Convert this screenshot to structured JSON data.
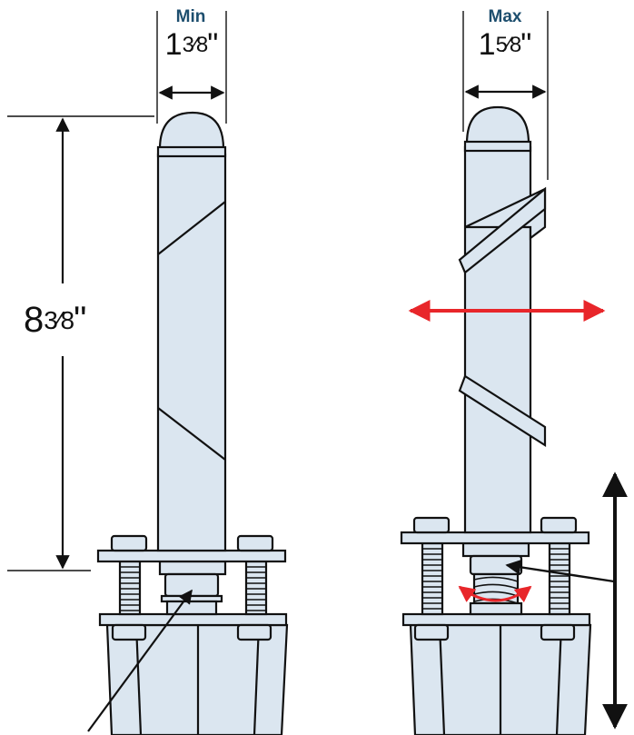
{
  "labels": {
    "min_heading": "Min",
    "max_heading": "Max",
    "min_width": {
      "whole": "1",
      "fraction": "3⁄8",
      "unit": "\""
    },
    "max_width": {
      "whole": "1",
      "fraction": "5⁄8",
      "unit": "\""
    },
    "height": {
      "whole": "8",
      "fraction": "3⁄8",
      "unit": "\""
    }
  },
  "colors": {
    "heading": "#1d4e6e",
    "post_fill": "#dbe6f0",
    "stroke": "#111111",
    "motion_arrow": "#e8262a"
  },
  "icons": [
    "double-arrow-icon",
    "rotation-arrow-icon",
    "leader-arrow-icon"
  ]
}
